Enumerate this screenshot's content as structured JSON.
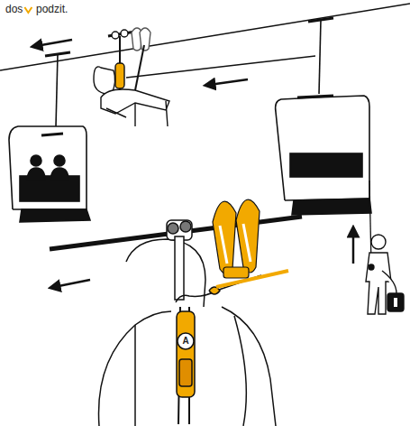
{
  "diagram": {
    "labels": [
      "dos",
      "podzit.",
      "A"
    ]
  }
}
